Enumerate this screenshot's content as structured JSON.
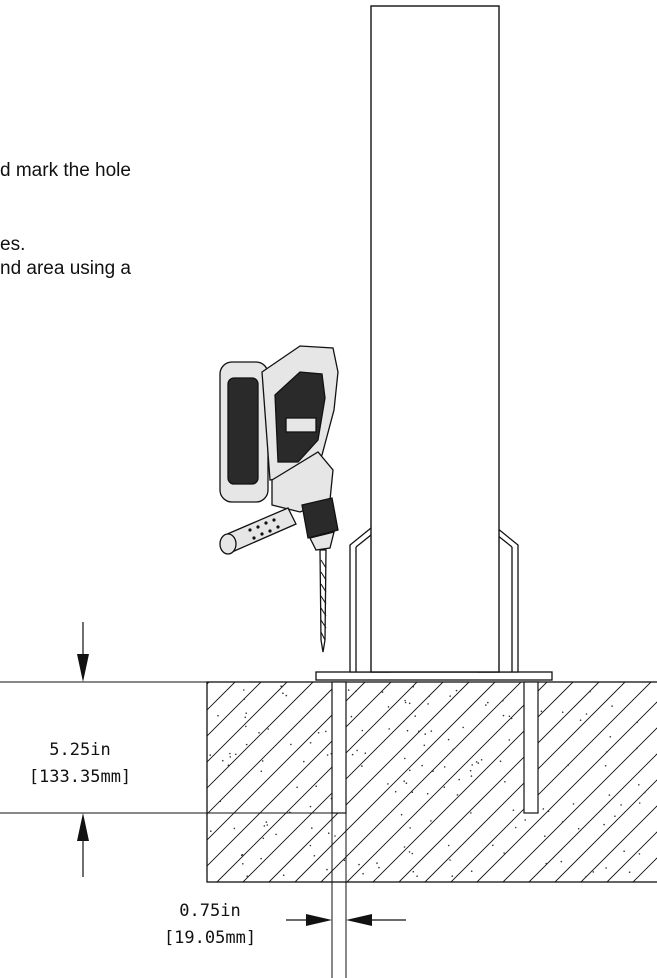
{
  "instructions": {
    "line1": "d mark the hole",
    "line2": "es.",
    "line3": "nd area using a"
  },
  "dimensions": {
    "depth_in": "5.25in",
    "depth_mm": "[133.35mm]",
    "width_in": "0.75in",
    "width_mm": "[19.05mm]"
  },
  "icons": {
    "tool": "hammer-drill-icon",
    "post": "steel-post",
    "ground": "concrete-hatch"
  },
  "colors": {
    "ink": "#111111",
    "drill_shell": "#e6e6e6",
    "drill_dark": "#2a2a2a"
  }
}
